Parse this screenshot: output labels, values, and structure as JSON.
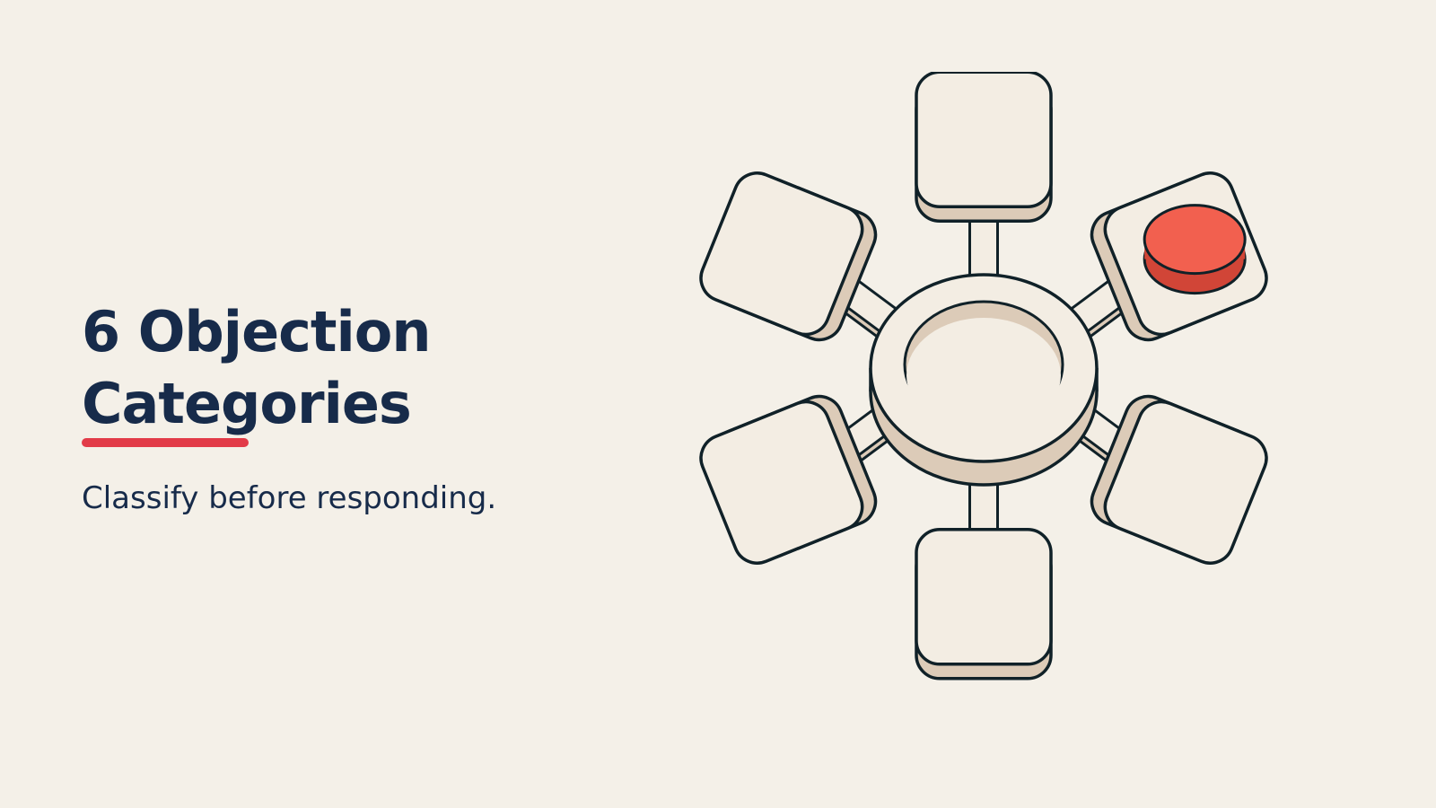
{
  "slide": {
    "title_line1": "6 Objection",
    "title_line2": "Categories",
    "subtitle": "Classify before responding."
  },
  "colors": {
    "background": "#f4f0e8",
    "text": "#172b4a",
    "accent": "#e23b48",
    "tile_top": "#f3ede3",
    "tile_side": "#dccbb8",
    "outline": "#102128",
    "highlight": "#f2604f",
    "highlight_side": "#d14537"
  },
  "diagram": {
    "hub": "ring-hub-icon",
    "spokes": [
      {
        "name": "spoke-top",
        "highlighted": false
      },
      {
        "name": "spoke-top-right",
        "highlighted": true
      },
      {
        "name": "spoke-bottom-right",
        "highlighted": false
      },
      {
        "name": "spoke-bottom",
        "highlighted": false
      },
      {
        "name": "spoke-bottom-left",
        "highlighted": false
      },
      {
        "name": "spoke-top-left",
        "highlighted": false
      }
    ]
  }
}
